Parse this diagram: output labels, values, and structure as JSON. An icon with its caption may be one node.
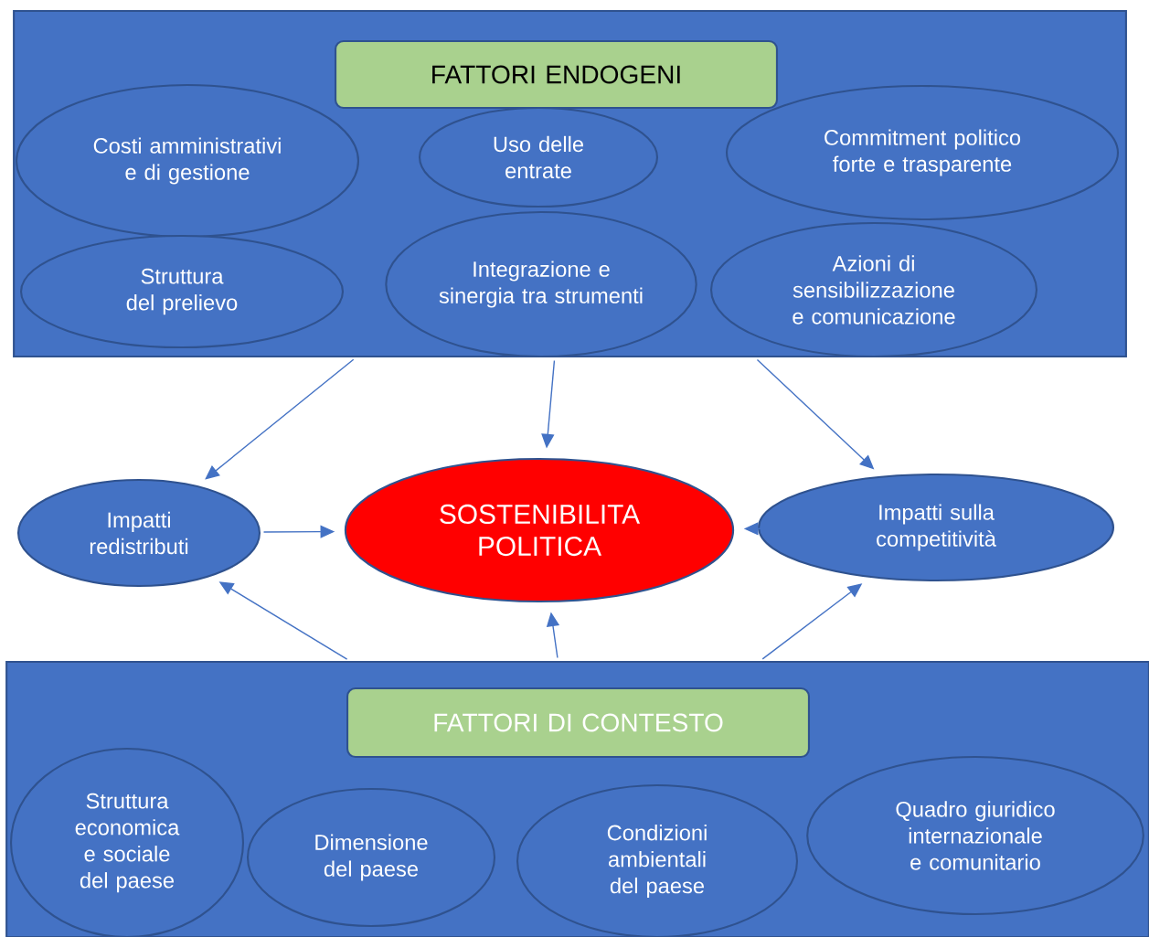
{
  "diagram": {
    "nodes": [
      {
        "text": [],
        "shape": "box"
      },
      {
        "text": [
          "FATTORI ENDOGENI"
        ],
        "in": 0
      },
      {
        "text": [
          "Costi amministrativi e di gestione"
        ],
        "in": 0
      },
      {
        "text": [
          "Uso delle entrate"
        ],
        "in": 0
      },
      {
        "text": [
          "Commitment politico forte e trasparente"
        ],
        "in": 0
      },
      {
        "text": [
          "Struttura del prelievo"
        ],
        "in": 0
      },
      {
        "text": [
          "Integrazione e sinergia tra strumenti"
        ],
        "in": 0
      },
      {
        "text": [
          "Azioni di sensibilizzazione e comunicazione"
        ],
        "in": 0
      },
      {
        "text": [
          "Impatti redistributi"
        ]
      },
      {
        "text": [
          "SOSTENIBILITA POLITICA"
        ]
      },
      {
        "text": [
          "Impatti sulla competitività"
        ]
      },
      {
        "text": [],
        "shape": "box"
      },
      {
        "text": [
          "FATTORI DI CONTESTO"
        ],
        "in": 11
      },
      {
        "text": [
          "Struttura economica e sociale del paese"
        ],
        "in": 11
      },
      {
        "text": [
          "Dimensione del paese"
        ],
        "in": 11
      },
      {
        "text": [
          "Condizioni ambientali del paese"
        ],
        "in": 11
      },
      {
        "text": [
          "Quadro giuridico internazionale e comunitario"
        ],
        "in": 11
      }
    ],
    "edges": [
      {
        "from": 0,
        "to": 8,
        "arrow": "to"
      },
      {
        "from": 0,
        "to": 9,
        "arrow": "to"
      },
      {
        "from": 0,
        "to": 10,
        "arrow": "to"
      },
      {
        "from": 8,
        "to": 9,
        "arrow": "to"
      },
      {
        "from": 10,
        "to": 9,
        "arrow": "to"
      },
      {
        "from": 11,
        "to": 8,
        "arrow": "to"
      },
      {
        "from": 11,
        "to": 9,
        "arrow": "to"
      },
      {
        "from": 11,
        "to": 10,
        "arrow": "to"
      }
    ]
  }
}
